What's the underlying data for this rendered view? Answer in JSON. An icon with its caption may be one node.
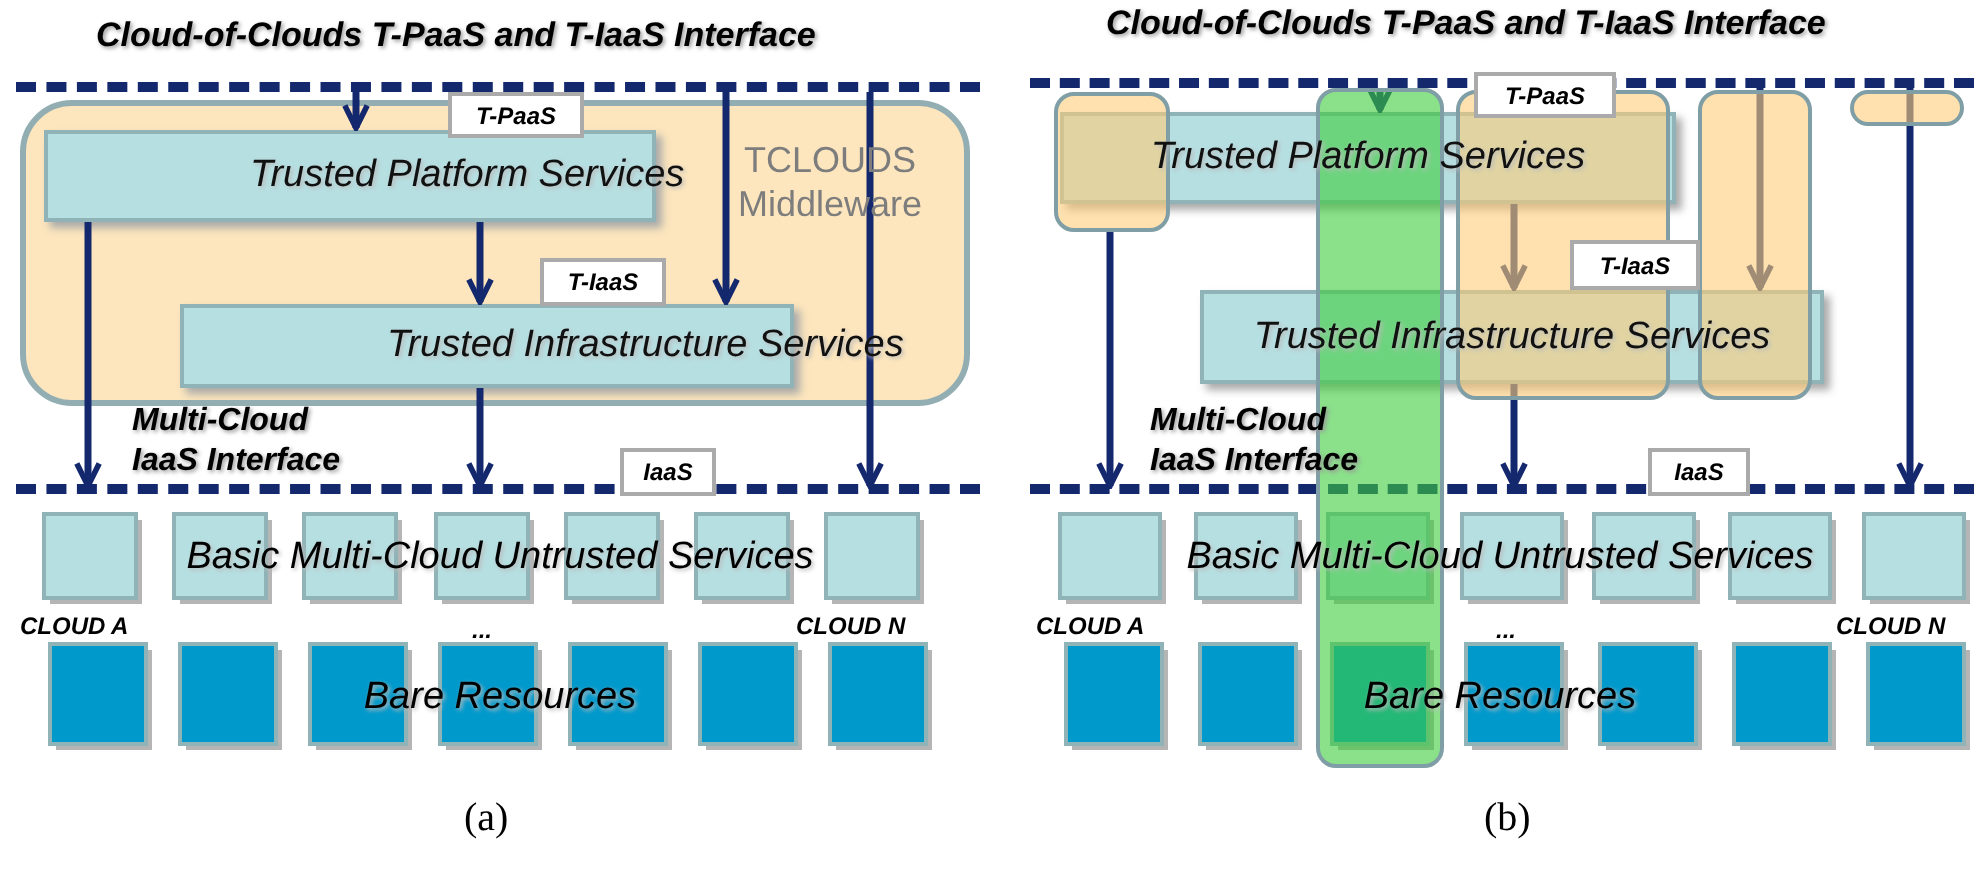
{
  "diagram": {
    "nodes": [
      {
        "text": [
          "Cloud-of-Clouds T-PaaS and T-IaaS Interface"
        ]
      },
      {
        "text": [
          "TCLOUDS Middleware"
        ]
      },
      {
        "text": [
          "T-PaaS"
        ]
      },
      {
        "text": [
          "Trusted Platform Services"
        ],
        "in": 1
      },
      {
        "text": [
          "T-IaaS"
        ],
        "in": 1
      },
      {
        "text": [
          "Trusted Infrastructure Services"
        ],
        "in": 1
      },
      {
        "text": [
          "Multi-Cloud IaaS Interface"
        ]
      },
      {
        "text": [
          "IaaS"
        ],
        "in": 6
      },
      {
        "text": [
          "Basic Multi-Cloud Untrusted Services"
        ]
      },
      {
        "text": [
          "Bare Resources"
        ]
      },
      {
        "text": [
          "Cloud-of-Clouds T-PaaS and T-IaaS Interface"
        ]
      },
      {
        "text": [],
        "shape": "box"
      },
      {
        "text": [
          "T-PaaS"
        ]
      },
      {
        "text": [
          "Trusted Platform Services"
        ]
      },
      {
        "text": [
          "T-IaaS"
        ]
      },
      {
        "text": [
          "Trusted Infrastructure Services"
        ]
      },
      {
        "text": [
          "Multi-Cloud IaaS Interface"
        ]
      },
      {
        "text": [
          "IaaS"
        ],
        "in": 16
      },
      {
        "text": [
          "Basic Multi-Cloud Untrusted Services"
        ]
      },
      {
        "text": [
          "Bare Resources"
        ]
      }
    ],
    "edges": [
      {
        "from": 0,
        "to": 3,
        "arrow": "to"
      },
      {
        "from": 3,
        "to": 5,
        "arrow": "to"
      },
      {
        "from": 0,
        "to": 5,
        "arrow": "to"
      },
      {
        "from": 3,
        "to": 6,
        "arrow": "to"
      },
      {
        "from": 5,
        "to": 6,
        "arrow": "to"
      },
      {
        "from": 0,
        "to": 6,
        "arrow": "to"
      },
      {
        "from": 10,
        "to": 13,
        "arrow": "to"
      },
      {
        "from": 13,
        "to": 15,
        "arrow": "to"
      },
      {
        "from": 10,
        "to": 15,
        "arrow": "to"
      },
      {
        "from": 11,
        "to": 16,
        "arrow": "to"
      },
      {
        "from": 15,
        "to": 16,
        "arrow": "to"
      },
      {
        "from": 10,
        "to": 16,
        "arrow": "to"
      }
    ],
    "labels": [
      "CLOUD A",
      "...",
      "CLOUD N",
      "(a)",
      "CLOUD A",
      "...",
      "CLOUD N",
      "(b)"
    ]
  }
}
